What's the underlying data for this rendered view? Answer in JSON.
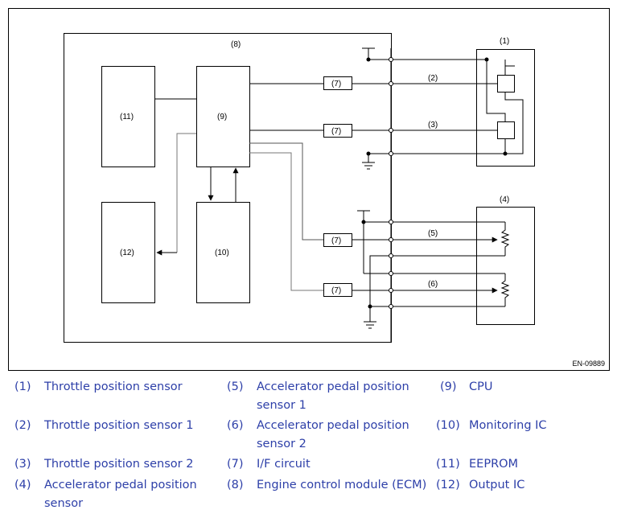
{
  "diagram": {
    "ref_code": "EN-09889",
    "blocks": {
      "ecm": "(8)",
      "eeprom": "(11)",
      "cpu": "(9)",
      "output_ic": "(12)",
      "monitoring_ic": "(10)",
      "throttle_sensor": "(1)",
      "pedal_sensor": "(4)"
    },
    "if_label": "(7)",
    "signals": {
      "tps1": "(2)",
      "tps2": "(3)",
      "aps1": "(5)",
      "aps2": "(6)"
    }
  },
  "legend": [
    {
      "num": "(1)",
      "text": "Throttle position sensor"
    },
    {
      "num": "(2)",
      "text": "Throttle position sensor 1"
    },
    {
      "num": "(3)",
      "text": "Throttle position sensor 2"
    },
    {
      "num": "(4)",
      "text": "Accelerator pedal position sensor"
    },
    {
      "num": "(5)",
      "text": "Accelerator pedal position sensor 1"
    },
    {
      "num": "(6)",
      "text": "Accelerator pedal position sensor 2"
    },
    {
      "num": "(7)",
      "text": "I/F circuit"
    },
    {
      "num": "(8)",
      "text": "Engine control module (ECM)"
    },
    {
      "num": "(9)",
      "text": "CPU"
    },
    {
      "num": "(10)",
      "text": "Monitoring IC"
    },
    {
      "num": "(11)",
      "text": "EEPROM"
    },
    {
      "num": "(12)",
      "text": "Output IC"
    }
  ],
  "colors": {
    "legend_text": "#2d3fa8",
    "line": "#000000"
  }
}
